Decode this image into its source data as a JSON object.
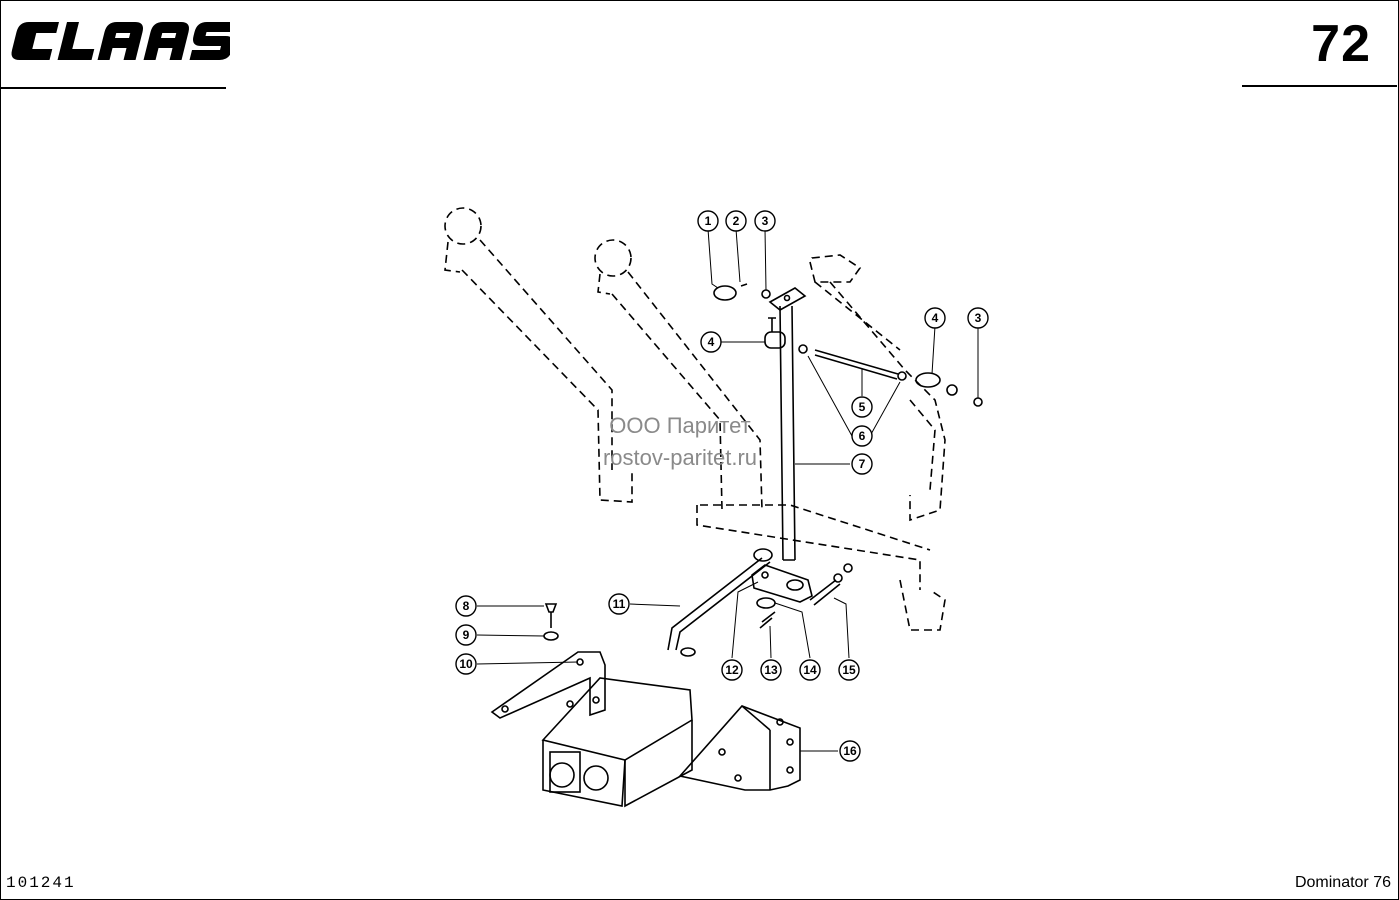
{
  "header": {
    "brand": "CLAAS",
    "page_number": "72"
  },
  "watermark": {
    "line1": "ООО Паритет",
    "line2": "rostov-paritet.ru"
  },
  "footer": {
    "document_id": "101241",
    "model": "Dominator 76"
  },
  "callouts": [
    "1",
    "2",
    "3",
    "4",
    "4",
    "3",
    "5",
    "6",
    "7",
    "8",
    "9",
    "10",
    "11",
    "12",
    "13",
    "14",
    "15",
    "16"
  ]
}
